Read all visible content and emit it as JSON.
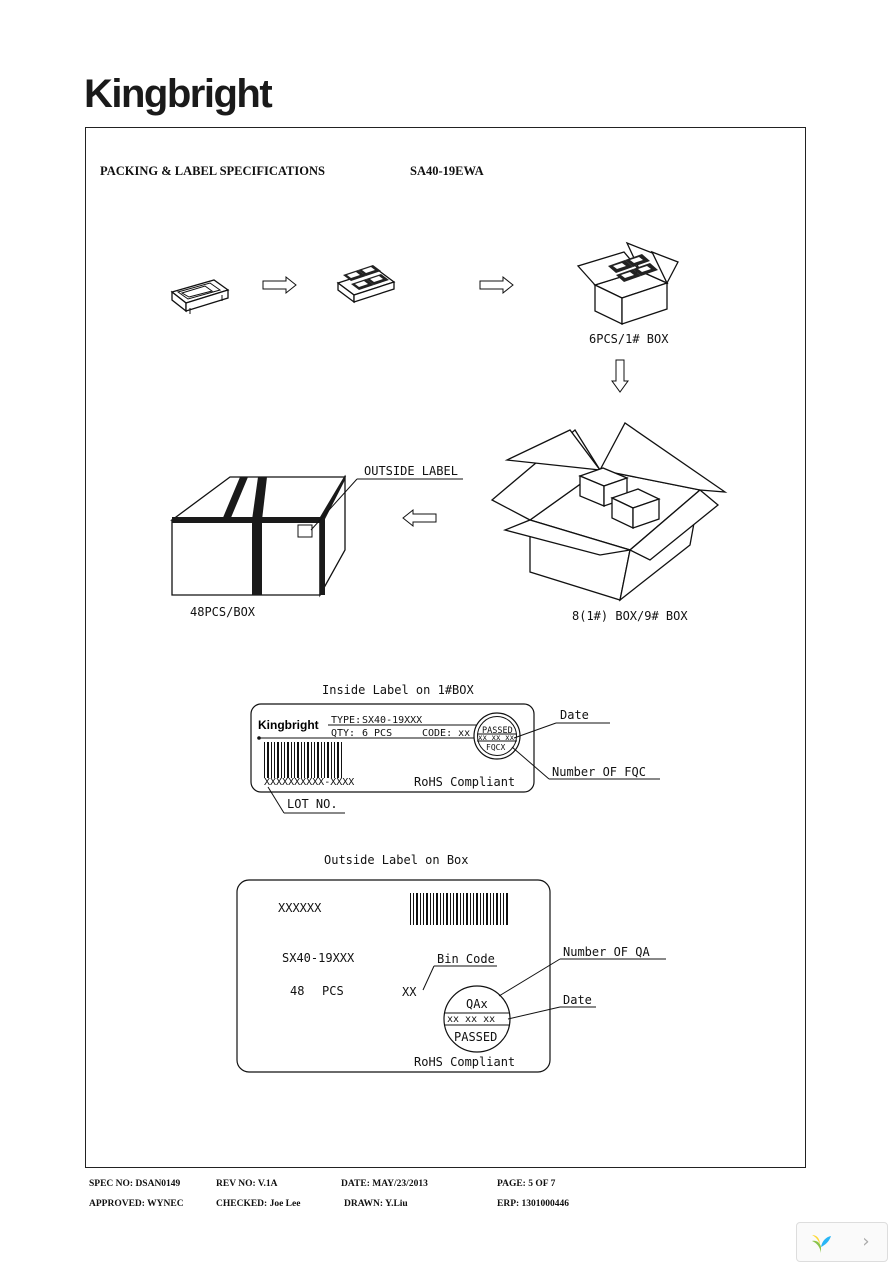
{
  "logo": "Kingbright",
  "header": {
    "title": "PACKING & LABEL SPECIFICATIONS",
    "part": "SA40-19EWA"
  },
  "diagram": {
    "box1_caption": "6PCS/1# BOX",
    "box9_caption": "8(1#) BOX/9# BOX",
    "outer_caption": "48PCS/BOX",
    "outside_label_callout": "OUTSIDE LABEL"
  },
  "inside_label": {
    "heading": "Inside Label on 1#BOX",
    "brand": "Kingbright",
    "type_key": "TYPE:",
    "type_val": "SX40-19XXX",
    "qty_key": "QTY:",
    "qty_val": "6 PCS",
    "code": "CODE: xx",
    "seal_top": "PASSED",
    "seal_mid": "xx xx xx",
    "seal_bottom": "FQCX",
    "lot": "XXXXXXXXXX-XXXX",
    "rohs": "RoHS Compliant",
    "callout_date": "Date",
    "callout_fqc": "Number OF FQC",
    "callout_lot": "LOT NO."
  },
  "outside_label": {
    "heading": "Outside Label on Box",
    "code": "XXXXXX",
    "type": "SX40-19XXX",
    "qty": "48",
    "qty_unit": "PCS",
    "bin": "XX",
    "callout_bin": "Bin Code",
    "callout_qa": "Number OF QA",
    "callout_date": "Date",
    "seal_top": "QAx",
    "seal_mid": "xx xx xx",
    "seal_bottom": "PASSED",
    "rohs": "RoHS Compliant"
  },
  "footer": {
    "spec_no": "SPEC NO: DSAN0149",
    "rev_no": "REV NO: V.1A",
    "date": "DATE: MAY/23/2013",
    "page": "PAGE: 5 OF 7",
    "approved": "APPROVED: WYNEC",
    "checked": "CHECKED: Joe Lee",
    "drawn": "DRAWN: Y.Liu",
    "erp": "ERP: 1301000446"
  },
  "viewer": {
    "icons": [
      "leaf-logo-icon",
      "chevron-right-icon"
    ],
    "next_glyph": "›"
  }
}
